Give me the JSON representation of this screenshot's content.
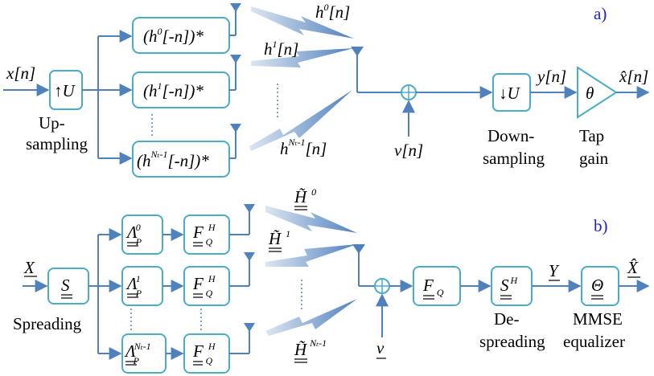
{
  "panel_a": {
    "tag": "a)",
    "input": "x[n]",
    "upsampler": "↑U",
    "upsampling_caption": [
      "Up-",
      "sampling"
    ],
    "filters": [
      "(h⁰[-n])*",
      "(h¹[-n])*",
      "(h^{N_T-1}[-n])*"
    ],
    "filter_parts": [
      {
        "pre": "(h",
        "sup": "0",
        "post": "[-n])*"
      },
      {
        "pre": "(h",
        "sup": "1",
        "post": "[-n])*"
      },
      {
        "pre": "(h",
        "sup": "Nₜ-1",
        "post": "[-n])*"
      }
    ],
    "channels": [
      {
        "base": "h",
        "sup": "0",
        "post": "[n]"
      },
      {
        "base": "h",
        "sup": "1",
        "post": "[n]"
      },
      {
        "base": "h",
        "sup": "Nₜ-1",
        "post": "[n]"
      }
    ],
    "noise": "v[n]",
    "downsampler": "↓U",
    "downsampling_caption": [
      "Down-",
      "sampling"
    ],
    "output_y": "y[n]",
    "gain_symbol": "θ",
    "gain_caption": [
      "Tap",
      "gain"
    ],
    "output": "x̂[n]"
  },
  "panel_b": {
    "tag": "b)",
    "input": "X",
    "spreader": "S",
    "spreading_caption": "Spreading",
    "lambda_blocks": [
      {
        "base": "Λ",
        "sup": "0",
        "sub": "P"
      },
      {
        "base": "Λ",
        "sup": "1",
        "sub": "P"
      },
      {
        "base": "Λ",
        "sup": "Nₜ-1",
        "sub": "P"
      }
    ],
    "fourier_blocks": [
      {
        "base": "F",
        "sup": "H",
        "sub": "Q"
      },
      {
        "base": "F",
        "sup": "H",
        "sub": "Q"
      },
      {
        "base": "F",
        "sup": "H",
        "sub": "Q"
      }
    ],
    "channels": [
      {
        "base": "H̃",
        "sup": "0"
      },
      {
        "base": "H̃",
        "sup": "1"
      },
      {
        "base": "H̃",
        "sup": "Nₜ-1"
      }
    ],
    "noise": "v",
    "fq_block": {
      "base": "F",
      "sub": "Q"
    },
    "despreader": {
      "base": "S",
      "sup": "H"
    },
    "despreading_caption": [
      "De-",
      "spreading"
    ],
    "output_y": "Y",
    "equalizer_symbol": "Θ",
    "equalizer_caption": [
      "MMSE",
      "equalizer"
    ],
    "output": "X̂"
  },
  "colors": {
    "block_border": "#4bacc6",
    "wire": "#4f81bd",
    "panel_tag": "#1f22c6",
    "bolt_light": "#dce6f2",
    "bolt_dark": "#4f81bd"
  }
}
